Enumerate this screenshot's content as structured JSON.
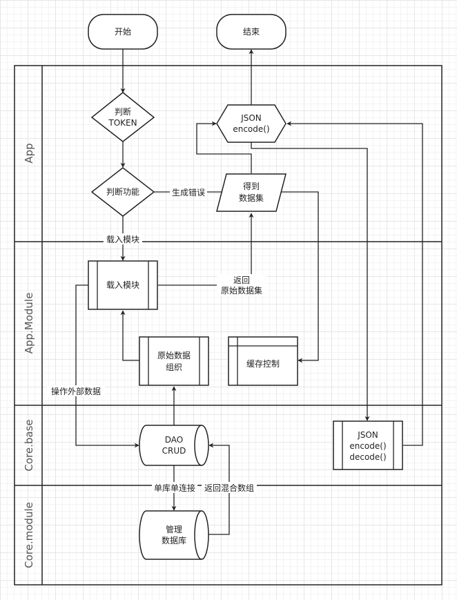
{
  "lanes": [
    "App",
    "App.Module",
    "Core.base",
    "Core.module"
  ],
  "nodes": {
    "start": "开始",
    "end": "结束",
    "check_token": [
      "判断",
      "TOKEN"
    ],
    "check_func": "判断功能",
    "json_encode_app": [
      "JSON",
      "encode()"
    ],
    "get_dataset": [
      "得到",
      "数据集"
    ],
    "load_module": "载入模块",
    "raw_data_org": [
      "原始数据",
      "组织"
    ],
    "cache_ctrl": "缓存控制",
    "dao_crud": [
      "DAO",
      "CRUD"
    ],
    "json_codec": [
      "JSON",
      "encode()",
      "decode()"
    ],
    "manage_db": [
      "管理",
      "数据库"
    ]
  },
  "edge_labels": {
    "gen_error": "生成错误",
    "load_module": "载入模块",
    "return_raw": [
      "返回",
      "原始数据集"
    ],
    "ext_data": "操作外部数据",
    "single_conn": "单库单连接",
    "return_mixed": "返回混合数组"
  }
}
